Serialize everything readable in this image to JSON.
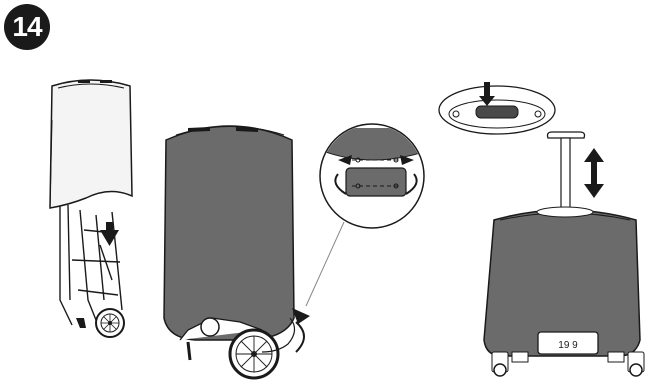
{
  "step": {
    "number": "14"
  },
  "trolley_handle_label": "19 9",
  "colors": {
    "cover": "#6b6b6b",
    "cover_dark": "#4a4a4a",
    "line": "#1a1a1a",
    "cover_light": "#f4f4f4"
  },
  "icons": [
    "step-number-badge",
    "down-arrow-icon",
    "rotate-arrow-icon",
    "zoom-callout-icon",
    "up-down-arrow-icon"
  ]
}
